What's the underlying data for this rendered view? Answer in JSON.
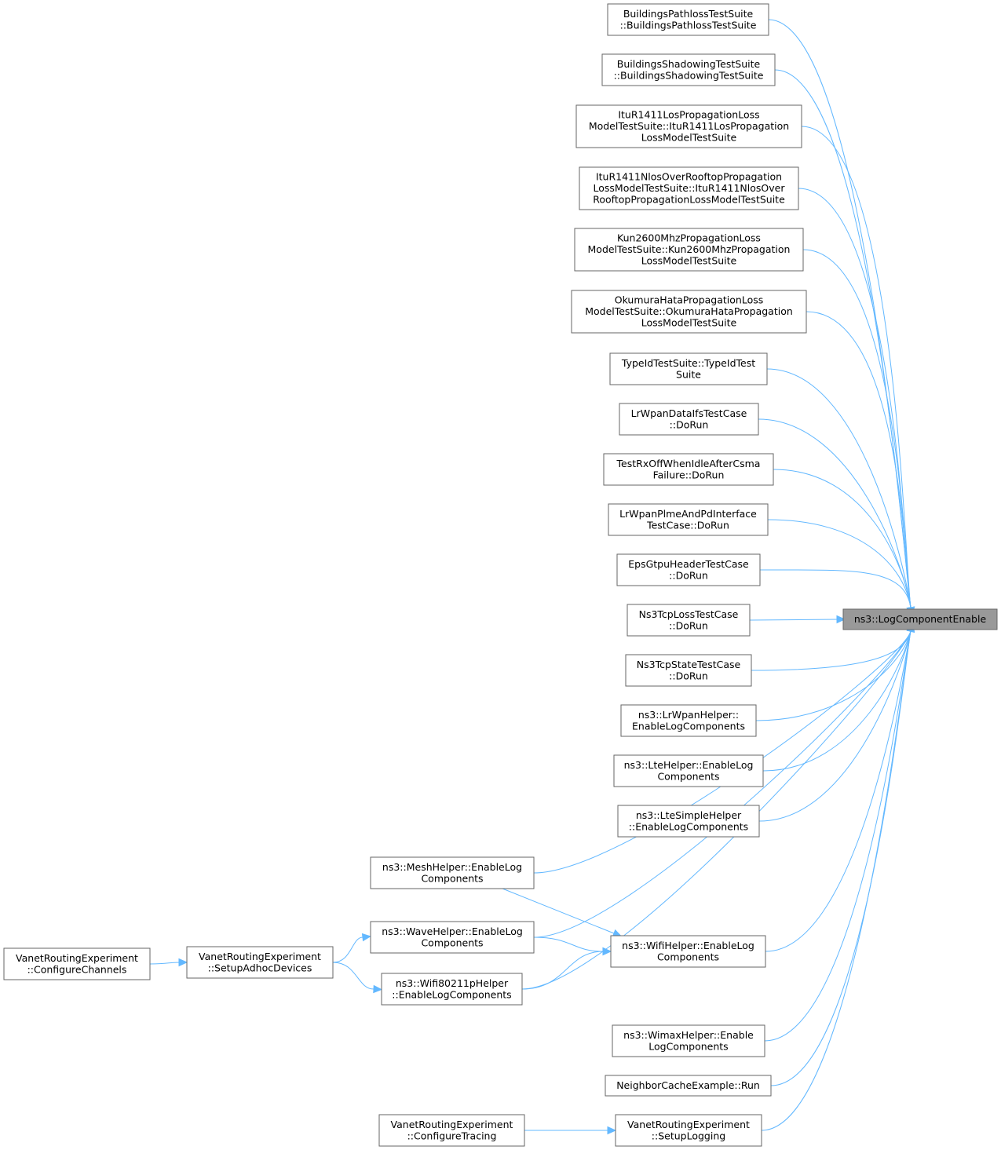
{
  "diagram": {
    "edge_color": "#63b8ff",
    "target_fill": "#999999",
    "nodes": [
      {
        "id": "target",
        "lines": [
          "ns3::LogComponentEnable"
        ],
        "highlight": true
      },
      {
        "id": "n_bpath",
        "lines": [
          "BuildingsPathlossTestSuite",
          "::BuildingsPathlossTestSuite"
        ]
      },
      {
        "id": "n_bshadow",
        "lines": [
          "BuildingsShadowingTestSuite",
          "::BuildingsShadowingTestSuite"
        ]
      },
      {
        "id": "n_itulos",
        "lines": [
          "ItuR1411LosPropagationLoss",
          "ModelTestSuite::ItuR1411LosPropagation",
          "LossModelTestSuite"
        ]
      },
      {
        "id": "n_itunlos",
        "lines": [
          "ItuR1411NlosOverRooftopPropagation",
          "LossModelTestSuite::ItuR1411NlosOver",
          "RooftopPropagationLossModelTestSuite"
        ]
      },
      {
        "id": "n_kun",
        "lines": [
          "Kun2600MhzPropagationLoss",
          "ModelTestSuite::Kun2600MhzPropagation",
          "LossModelTestSuite"
        ]
      },
      {
        "id": "n_oku",
        "lines": [
          "OkumuraHataPropagationLoss",
          "ModelTestSuite::OkumuraHataPropagation",
          "LossModelTestSuite"
        ]
      },
      {
        "id": "n_typeid",
        "lines": [
          "TypeIdTestSuite::TypeIdTest",
          "Suite"
        ]
      },
      {
        "id": "n_lrifs",
        "lines": [
          "LrWpanDataIfsTestCase",
          "::DoRun"
        ]
      },
      {
        "id": "n_rxoff",
        "lines": [
          "TestRxOffWhenIdleAfterCsma",
          "Failure::DoRun"
        ]
      },
      {
        "id": "n_plme",
        "lines": [
          "LrWpanPlmeAndPdInterface",
          "TestCase::DoRun"
        ]
      },
      {
        "id": "n_gtpu",
        "lines": [
          "EpsGtpuHeaderTestCase",
          "::DoRun"
        ]
      },
      {
        "id": "n_tcploss",
        "lines": [
          "Ns3TcpLossTestCase",
          "::DoRun"
        ]
      },
      {
        "id": "n_tcpstate",
        "lines": [
          "Ns3TcpStateTestCase",
          "::DoRun"
        ]
      },
      {
        "id": "n_lrhelper",
        "lines": [
          "ns3::LrWpanHelper::",
          "EnableLogComponents"
        ]
      },
      {
        "id": "n_ltehelper",
        "lines": [
          "ns3::LteHelper::EnableLog",
          "Components"
        ]
      },
      {
        "id": "n_ltesimple",
        "lines": [
          "ns3::LteSimpleHelper",
          "::EnableLogComponents"
        ]
      },
      {
        "id": "n_mesh",
        "lines": [
          "ns3::MeshHelper::EnableLog",
          "Components"
        ]
      },
      {
        "id": "n_wave",
        "lines": [
          "ns3::WaveHelper::EnableLog",
          "Components"
        ]
      },
      {
        "id": "n_wifi",
        "lines": [
          "ns3::WifiHelper::EnableLog",
          "Components"
        ]
      },
      {
        "id": "n_wifi80211p",
        "lines": [
          "ns3::Wifi80211pHelper",
          "::EnableLogComponents"
        ]
      },
      {
        "id": "n_wimax",
        "lines": [
          "ns3::WimaxHelper::Enable",
          "LogComponents"
        ]
      },
      {
        "id": "n_neighbor",
        "lines": [
          "NeighborCacheExample::Run"
        ]
      },
      {
        "id": "n_setuplog",
        "lines": [
          "VanetRoutingExperiment",
          "::SetupLogging"
        ]
      },
      {
        "id": "n_cfgtrace",
        "lines": [
          "VanetRoutingExperiment",
          "::ConfigureTracing"
        ]
      },
      {
        "id": "n_adhoc",
        "lines": [
          "VanetRoutingExperiment",
          "::SetupAdhocDevices"
        ]
      },
      {
        "id": "n_cfgchan",
        "lines": [
          "VanetRoutingExperiment",
          "::ConfigureChannels"
        ]
      }
    ],
    "edges": [
      {
        "from": "n_bpath",
        "to": "target"
      },
      {
        "from": "n_bshadow",
        "to": "target"
      },
      {
        "from": "n_itulos",
        "to": "target"
      },
      {
        "from": "n_itunlos",
        "to": "target"
      },
      {
        "from": "n_kun",
        "to": "target"
      },
      {
        "from": "n_oku",
        "to": "target"
      },
      {
        "from": "n_typeid",
        "to": "target"
      },
      {
        "from": "n_lrifs",
        "to": "target"
      },
      {
        "from": "n_rxoff",
        "to": "target"
      },
      {
        "from": "n_plme",
        "to": "target"
      },
      {
        "from": "n_gtpu",
        "to": "target"
      },
      {
        "from": "n_tcploss",
        "to": "target"
      },
      {
        "from": "n_tcpstate",
        "to": "target"
      },
      {
        "from": "n_lrhelper",
        "to": "target"
      },
      {
        "from": "n_ltehelper",
        "to": "target"
      },
      {
        "from": "n_ltesimple",
        "to": "target"
      },
      {
        "from": "n_mesh",
        "to": "target"
      },
      {
        "from": "n_wave",
        "to": "target"
      },
      {
        "from": "n_wifi",
        "to": "target"
      },
      {
        "from": "n_wifi80211p",
        "to": "target"
      },
      {
        "from": "n_wimax",
        "to": "target"
      },
      {
        "from": "n_neighbor",
        "to": "target"
      },
      {
        "from": "n_setuplog",
        "to": "target"
      },
      {
        "from": "n_mesh",
        "to": "n_wifi"
      },
      {
        "from": "n_wave",
        "to": "n_wifi"
      },
      {
        "from": "n_wifi80211p",
        "to": "n_wifi"
      },
      {
        "from": "n_adhoc",
        "to": "n_wave"
      },
      {
        "from": "n_adhoc",
        "to": "n_wifi80211p"
      },
      {
        "from": "n_cfgchan",
        "to": "n_adhoc"
      },
      {
        "from": "n_cfgtrace",
        "to": "n_setuplog"
      }
    ]
  }
}
